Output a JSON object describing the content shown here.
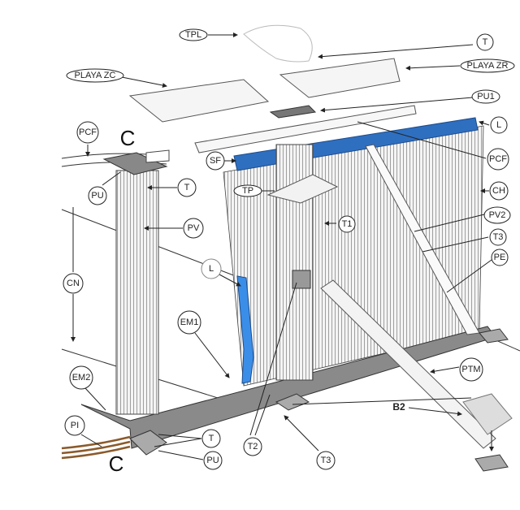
{
  "diagram": {
    "title": "Pool wall structure exploded view",
    "colors": {
      "liner_blue": "#2f6fc0",
      "base_gray": "#8a8a8a",
      "strip_blue": "#3b8ee8",
      "pipe_brown": "#8b5a2b"
    },
    "labels": {
      "tpl": "TPL",
      "t_top": "T",
      "playa_zc": "PLAYA ZC",
      "playa_zr": "PLAYA ZR",
      "pu1": "PU1",
      "l_top": "L",
      "c_top": "C",
      "pcf_left": "PCF",
      "sf": "SF",
      "pcf_right": "PCF",
      "pu_top": "PU",
      "t_post": "T",
      "tp": "TP",
      "ch": "CH",
      "pv2": "PV2",
      "t1": "T1",
      "pv": "PV",
      "t3_right": "T3",
      "pe": "PE",
      "l_liner": "L",
      "cn": "CN",
      "em1": "EM1",
      "ptm": "PTM",
      "em2": "EM2",
      "b2": "B2",
      "pi": "PI",
      "t_bottom": "T",
      "t2": "T2",
      "c_bottom": "C",
      "pu_bottom": "PU",
      "t3_bottom": "T3"
    }
  }
}
